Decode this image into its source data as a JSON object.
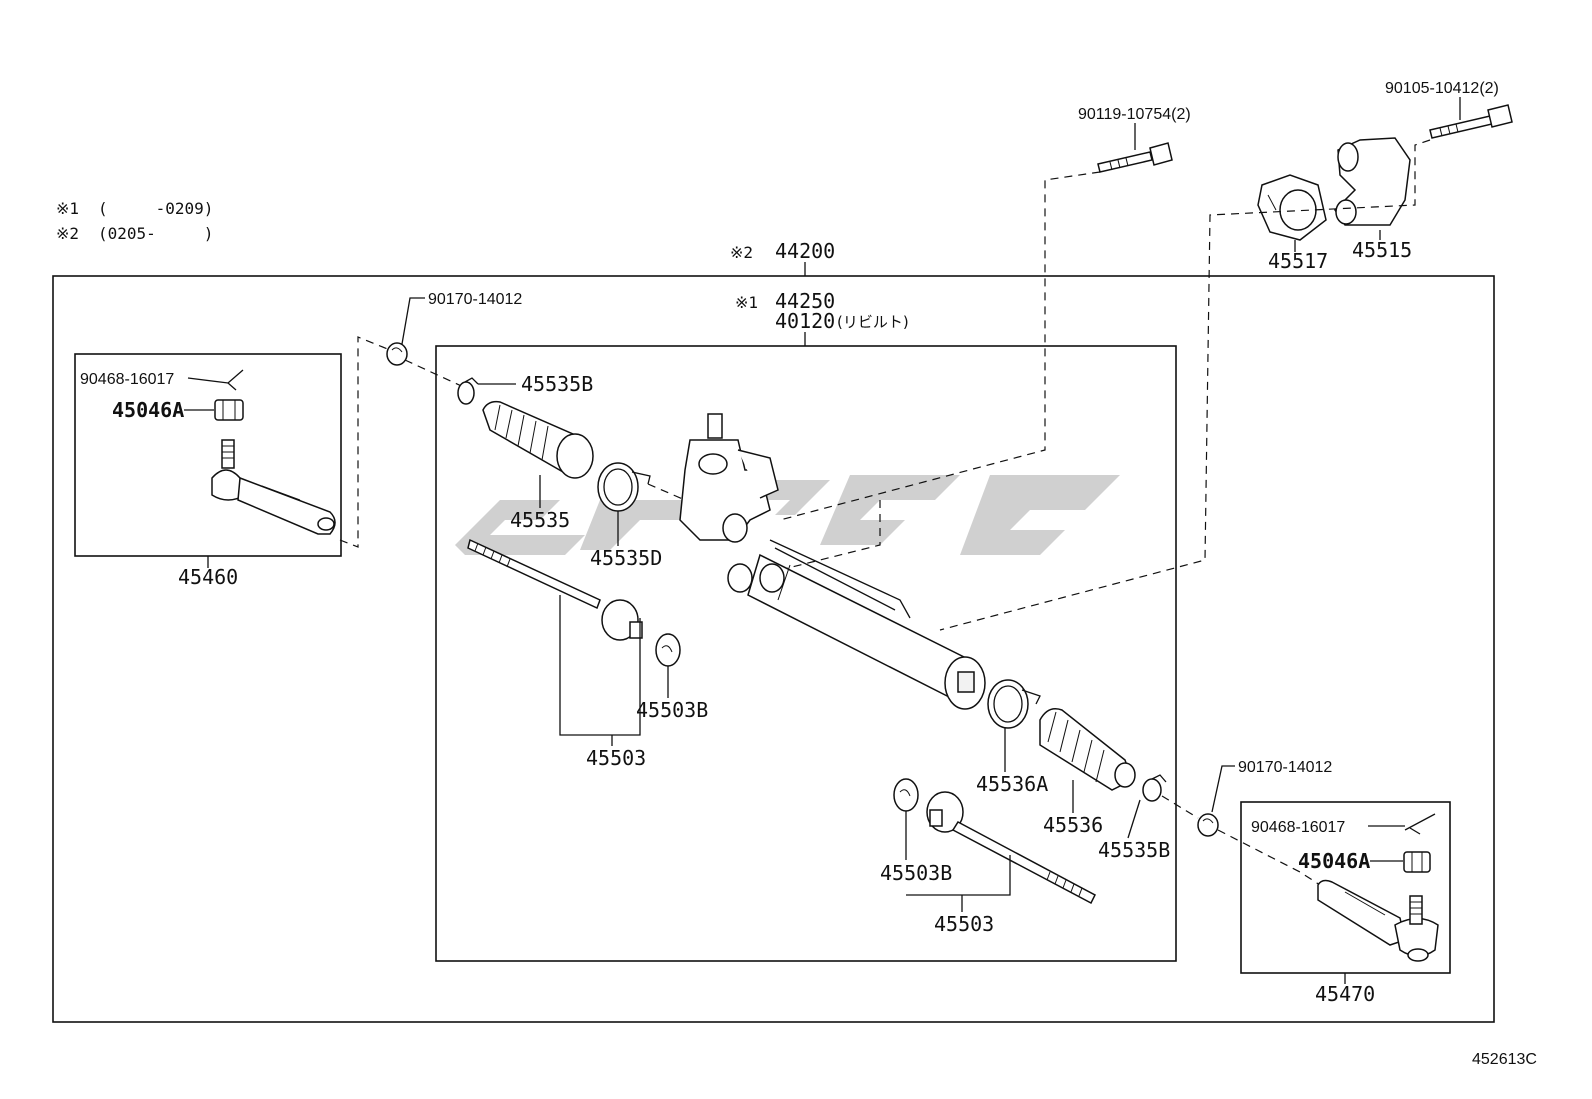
{
  "notes": {
    "note1_mark": "※1",
    "note1_range": "(　　　-0209)",
    "note2_mark": "※2",
    "note2_range": "(0205-　　　)"
  },
  "assembly": {
    "mark2": "※2",
    "code_44200": "44200",
    "mark1": "※1",
    "code_44250": "44250",
    "code_40120": "40120",
    "rebuilt_suffix": "(リビルト)"
  },
  "labels": {
    "bolt_top_center": "90119-10754(2)",
    "bolt_top_right": "90105-10412(2)",
    "bracket_45517": "45517",
    "bracket_45515": "45515",
    "nut_left": "90170-14012",
    "nut_right": "90170-14012",
    "pin_left": "90468-16017",
    "pin_right": "90468-16017",
    "castle_nut_left": "45046A",
    "castle_nut_right": "45046A",
    "tie_end_left": "45460",
    "tie_end_right": "45470",
    "clip_left": "45535B",
    "boot_left": "45535",
    "clamp_left": "45535D",
    "washer_left": "45503B",
    "rod_left": "45503",
    "clamp_right": "45536A",
    "boot_right": "45536",
    "clip_right": "45535B",
    "washer_right": "45503B",
    "rod_right": "45503"
  },
  "diagram_code": "452613C",
  "colors": {
    "line": "#111111",
    "watermark": "#c8c8c8",
    "background": "#ffffff"
  }
}
